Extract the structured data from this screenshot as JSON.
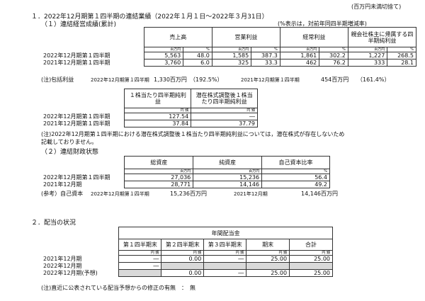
{
  "header": {
    "unit_note": "(百万円未満切捨て)",
    "section1_title": "１．2022年12月期第１四半期の連結業績（2022年１月１日～2022年３月31日）",
    "sub1_title": "（１）連結経営成績(累計)",
    "sub1_pct_note": "(%表示は，対前年同四半期増減率)"
  },
  "results": {
    "col_sales": "売上高",
    "col_op": "営業利益",
    "col_ord": "経常利益",
    "col_net": "親会社株主に帰属する四半期純利益",
    "unit_m": "百万円",
    "unit_pct": "%",
    "rows": [
      {
        "label": "2022年12月期第１四半期",
        "sales": "5,563",
        "sales_pct": "48.0",
        "op": "1,585",
        "op_pct": "387.3",
        "ord": "1,861",
        "ord_pct": "302.2",
        "net": "1,227",
        "net_pct": "268.5"
      },
      {
        "label": "2021年12月期第１四半期",
        "sales": "3,760",
        "sales_pct": "6.0",
        "op": "325",
        "op_pct": "33.3",
        "ord": "462",
        "ord_pct": "76.2",
        "net": "333",
        "net_pct": "28.1"
      }
    ],
    "comprehensive": {
      "label": "(注)包括利益",
      "cur_period": "2022年12月期第１四半期",
      "cur_value": "1,330百万円",
      "cur_pct": "（192.5%）",
      "prev_period": "2021年12月期第１四半期",
      "prev_value": "454百万円",
      "prev_pct": "（161.4%）"
    }
  },
  "eps": {
    "col_eps": "１株当たり四半期純利益",
    "col_diluted": "潜在株式調整後１株当たり四半期純利益",
    "unit_yen": "円 銭",
    "rows": [
      {
        "label": "2022年12月期第１四半期",
        "eps": "127.54",
        "diluted": "―"
      },
      {
        "label": "2021年12月期第１四半期",
        "eps": "37.84",
        "diluted": "37.79"
      }
    ],
    "note_line1": "(注)2022年12月期第１四半期における潜在株式調整後１株当たり四半期純利益については，潜在株式が存在しないため",
    "note_line2": "記載しておりません。"
  },
  "financial": {
    "sub2_title": "（２）連結財政状態",
    "col_assets": "総資産",
    "col_net_assets": "純資産",
    "col_equity_ratio": "自己資本比率",
    "unit_m": "百万円",
    "unit_pct": "%",
    "rows": [
      {
        "label": "2022年12月期第１四半期",
        "assets": "27,036",
        "net_assets": "15,236",
        "ratio": "56.4"
      },
      {
        "label": "2021年12月期",
        "assets": "28,771",
        "net_assets": "14,146",
        "ratio": "49.2"
      }
    ],
    "ref": {
      "label": "(参考）自己資本",
      "cur_period": "2022年12月期第１四半期",
      "cur_value": "15,236百万円",
      "prev_period": "2021年12月期",
      "prev_value": "14,146百万円"
    }
  },
  "dividends": {
    "section2_title": "２．配当の状況",
    "group_header": "年間配当金",
    "cols": [
      "第１四半期末",
      "第２四半期末",
      "第３四半期末",
      "期末",
      "合計"
    ],
    "unit_yen": "円 銭",
    "rows": [
      {
        "label": "2021年12月期",
        "q1": "―",
        "q2": "0.00",
        "q3": "―",
        "end": "25.00",
        "total": "25.00"
      },
      {
        "label": "2022年12月期",
        "q1": "―",
        "q2": "",
        "q3": "",
        "end": "",
        "total": ""
      },
      {
        "label": "2022年12月期(予想)",
        "q1": "",
        "q2": "0.00",
        "q3": "―",
        "end": "25.00",
        "total": "25.00"
      }
    ],
    "note": "(注)直近に公表されている配当予想からの修正の有無　：　無"
  }
}
